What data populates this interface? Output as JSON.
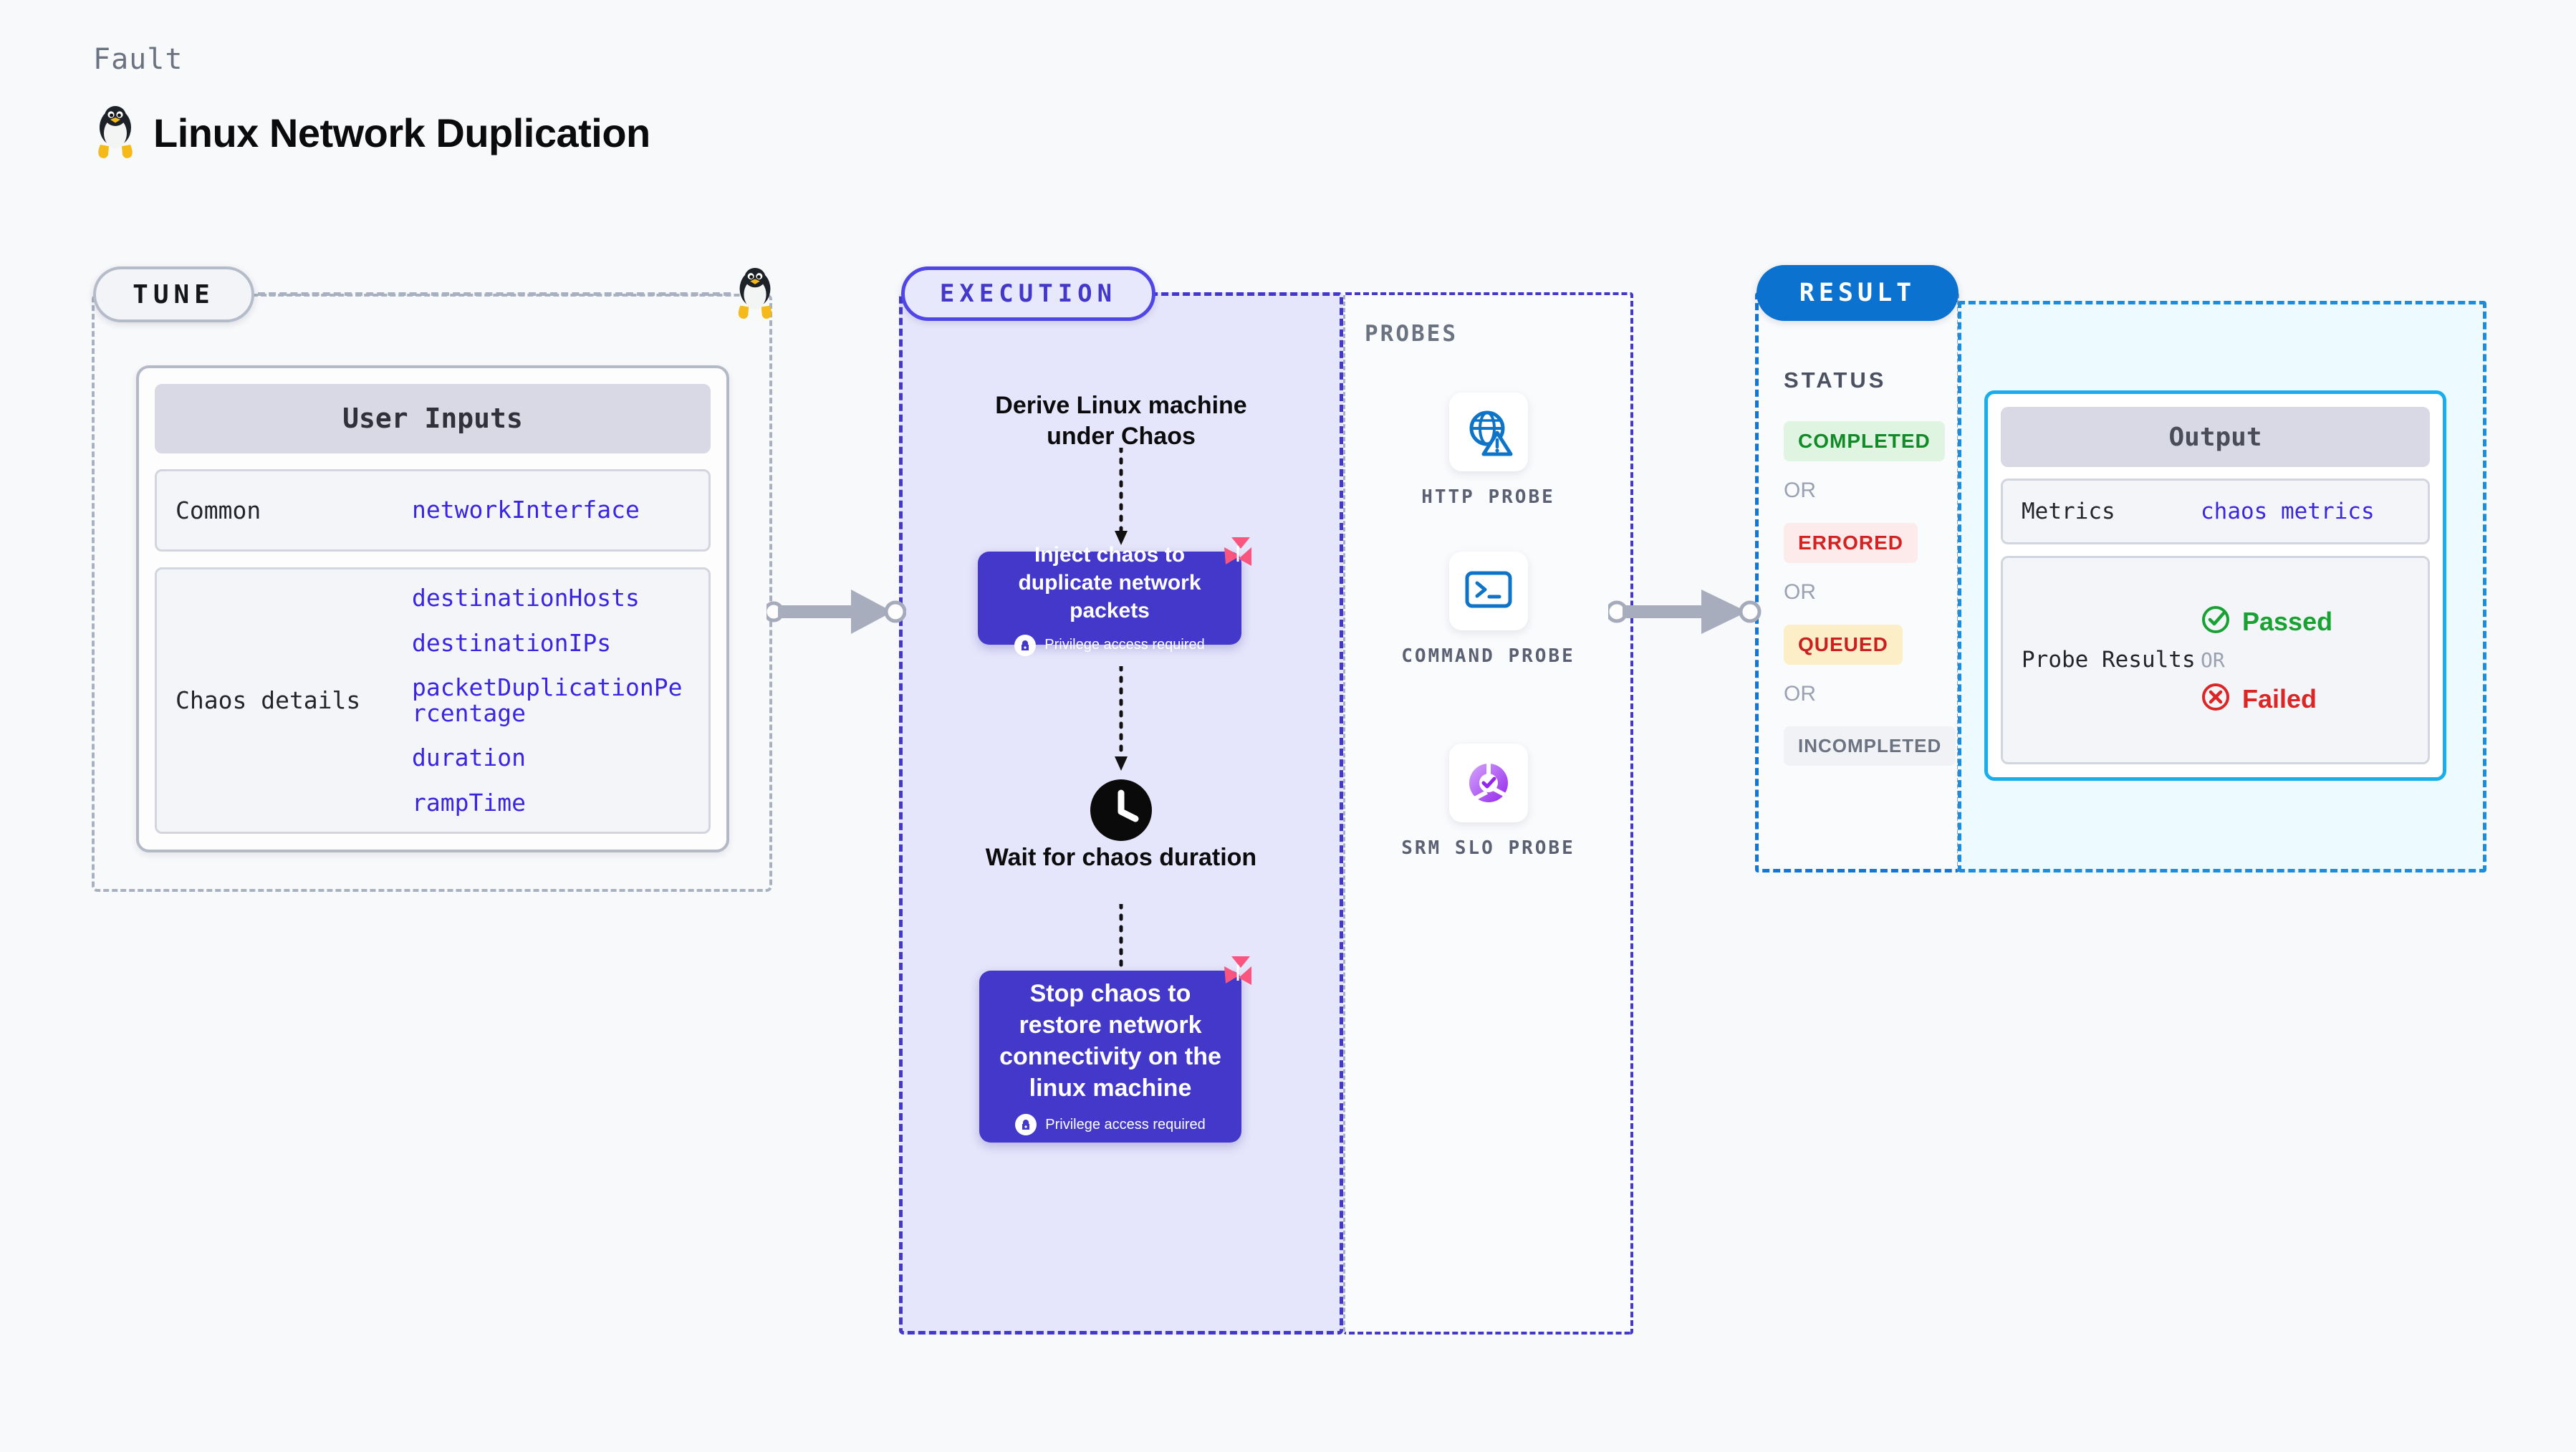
{
  "header": {
    "eyebrow": "Fault",
    "title": "Linux Network Duplication",
    "icon": "linux-penguin-icon"
  },
  "tune": {
    "badge": "TUNE",
    "marker_icon": "linux-penguin-icon",
    "card_title": "User Inputs",
    "rows": [
      {
        "key": "Common",
        "values": [
          "networkInterface"
        ]
      },
      {
        "key": "Chaos details",
        "values": [
          "destinationHosts",
          "destinationIPs",
          "packetDuplicationPercentage",
          "duration",
          "rampTime"
        ]
      }
    ]
  },
  "execution": {
    "badge": "EXECUTION",
    "steps": [
      {
        "type": "title",
        "label": "Derive Linux machine under Chaos"
      },
      {
        "type": "node",
        "label": "Inject chaos to duplicate network packets",
        "privilege": "Privilege access required",
        "icon": "chaos-mark-icon",
        "lock_icon": "lock-icon"
      },
      {
        "type": "wait",
        "label": "Wait for chaos duration",
        "icon": "clock-icon"
      },
      {
        "type": "node",
        "label": "Stop chaos to restore network connectivity on the linux machine",
        "privilege": "Privilege access required",
        "icon": "chaos-mark-icon",
        "lock_icon": "lock-icon"
      }
    ]
  },
  "probes": {
    "label": "PROBES",
    "items": [
      {
        "caption": "HTTP PROBE",
        "icon": "globe-warning-icon"
      },
      {
        "caption": "COMMAND PROBE",
        "icon": "terminal-icon"
      },
      {
        "caption": "SRM SLO PROBE",
        "icon": "srm-slo-donut-icon"
      }
    ]
  },
  "result": {
    "badge": "RESULT",
    "status_label": "STATUS",
    "or_label": "OR",
    "statuses": [
      {
        "label": "COMPLETED",
        "bg": "#dff5e1",
        "color": "#128a28"
      },
      {
        "label": "ERRORED",
        "bg": "#fdeaea",
        "color": "#d32222"
      },
      {
        "label": "QUEUED",
        "bg": "#fcefc8",
        "color": "#cc2020"
      },
      {
        "label": "INCOMPLETED",
        "bg": "#f1f2f6",
        "color": "#6b7280"
      }
    ]
  },
  "output": {
    "card_title": "Output",
    "metrics_key": "Metrics",
    "metrics_value": "chaos metrics",
    "probe_results_key": "Probe Results",
    "passed_label": "Passed",
    "passed_icon": "check-circle-icon",
    "or_label": "OR",
    "failed_label": "Failed",
    "failed_icon": "x-circle-icon"
  },
  "connectors": [
    {
      "name": "tune-to-execution-arrow"
    },
    {
      "name": "probes-to-result-arrow"
    }
  ],
  "colors": {
    "accent_indigo": "#4338ca",
    "accent_blue": "#0b72d0",
    "accent_cyan": "#18aeeb",
    "chaos_pink": "#f9557f",
    "value_violet": "#3a25e0"
  }
}
